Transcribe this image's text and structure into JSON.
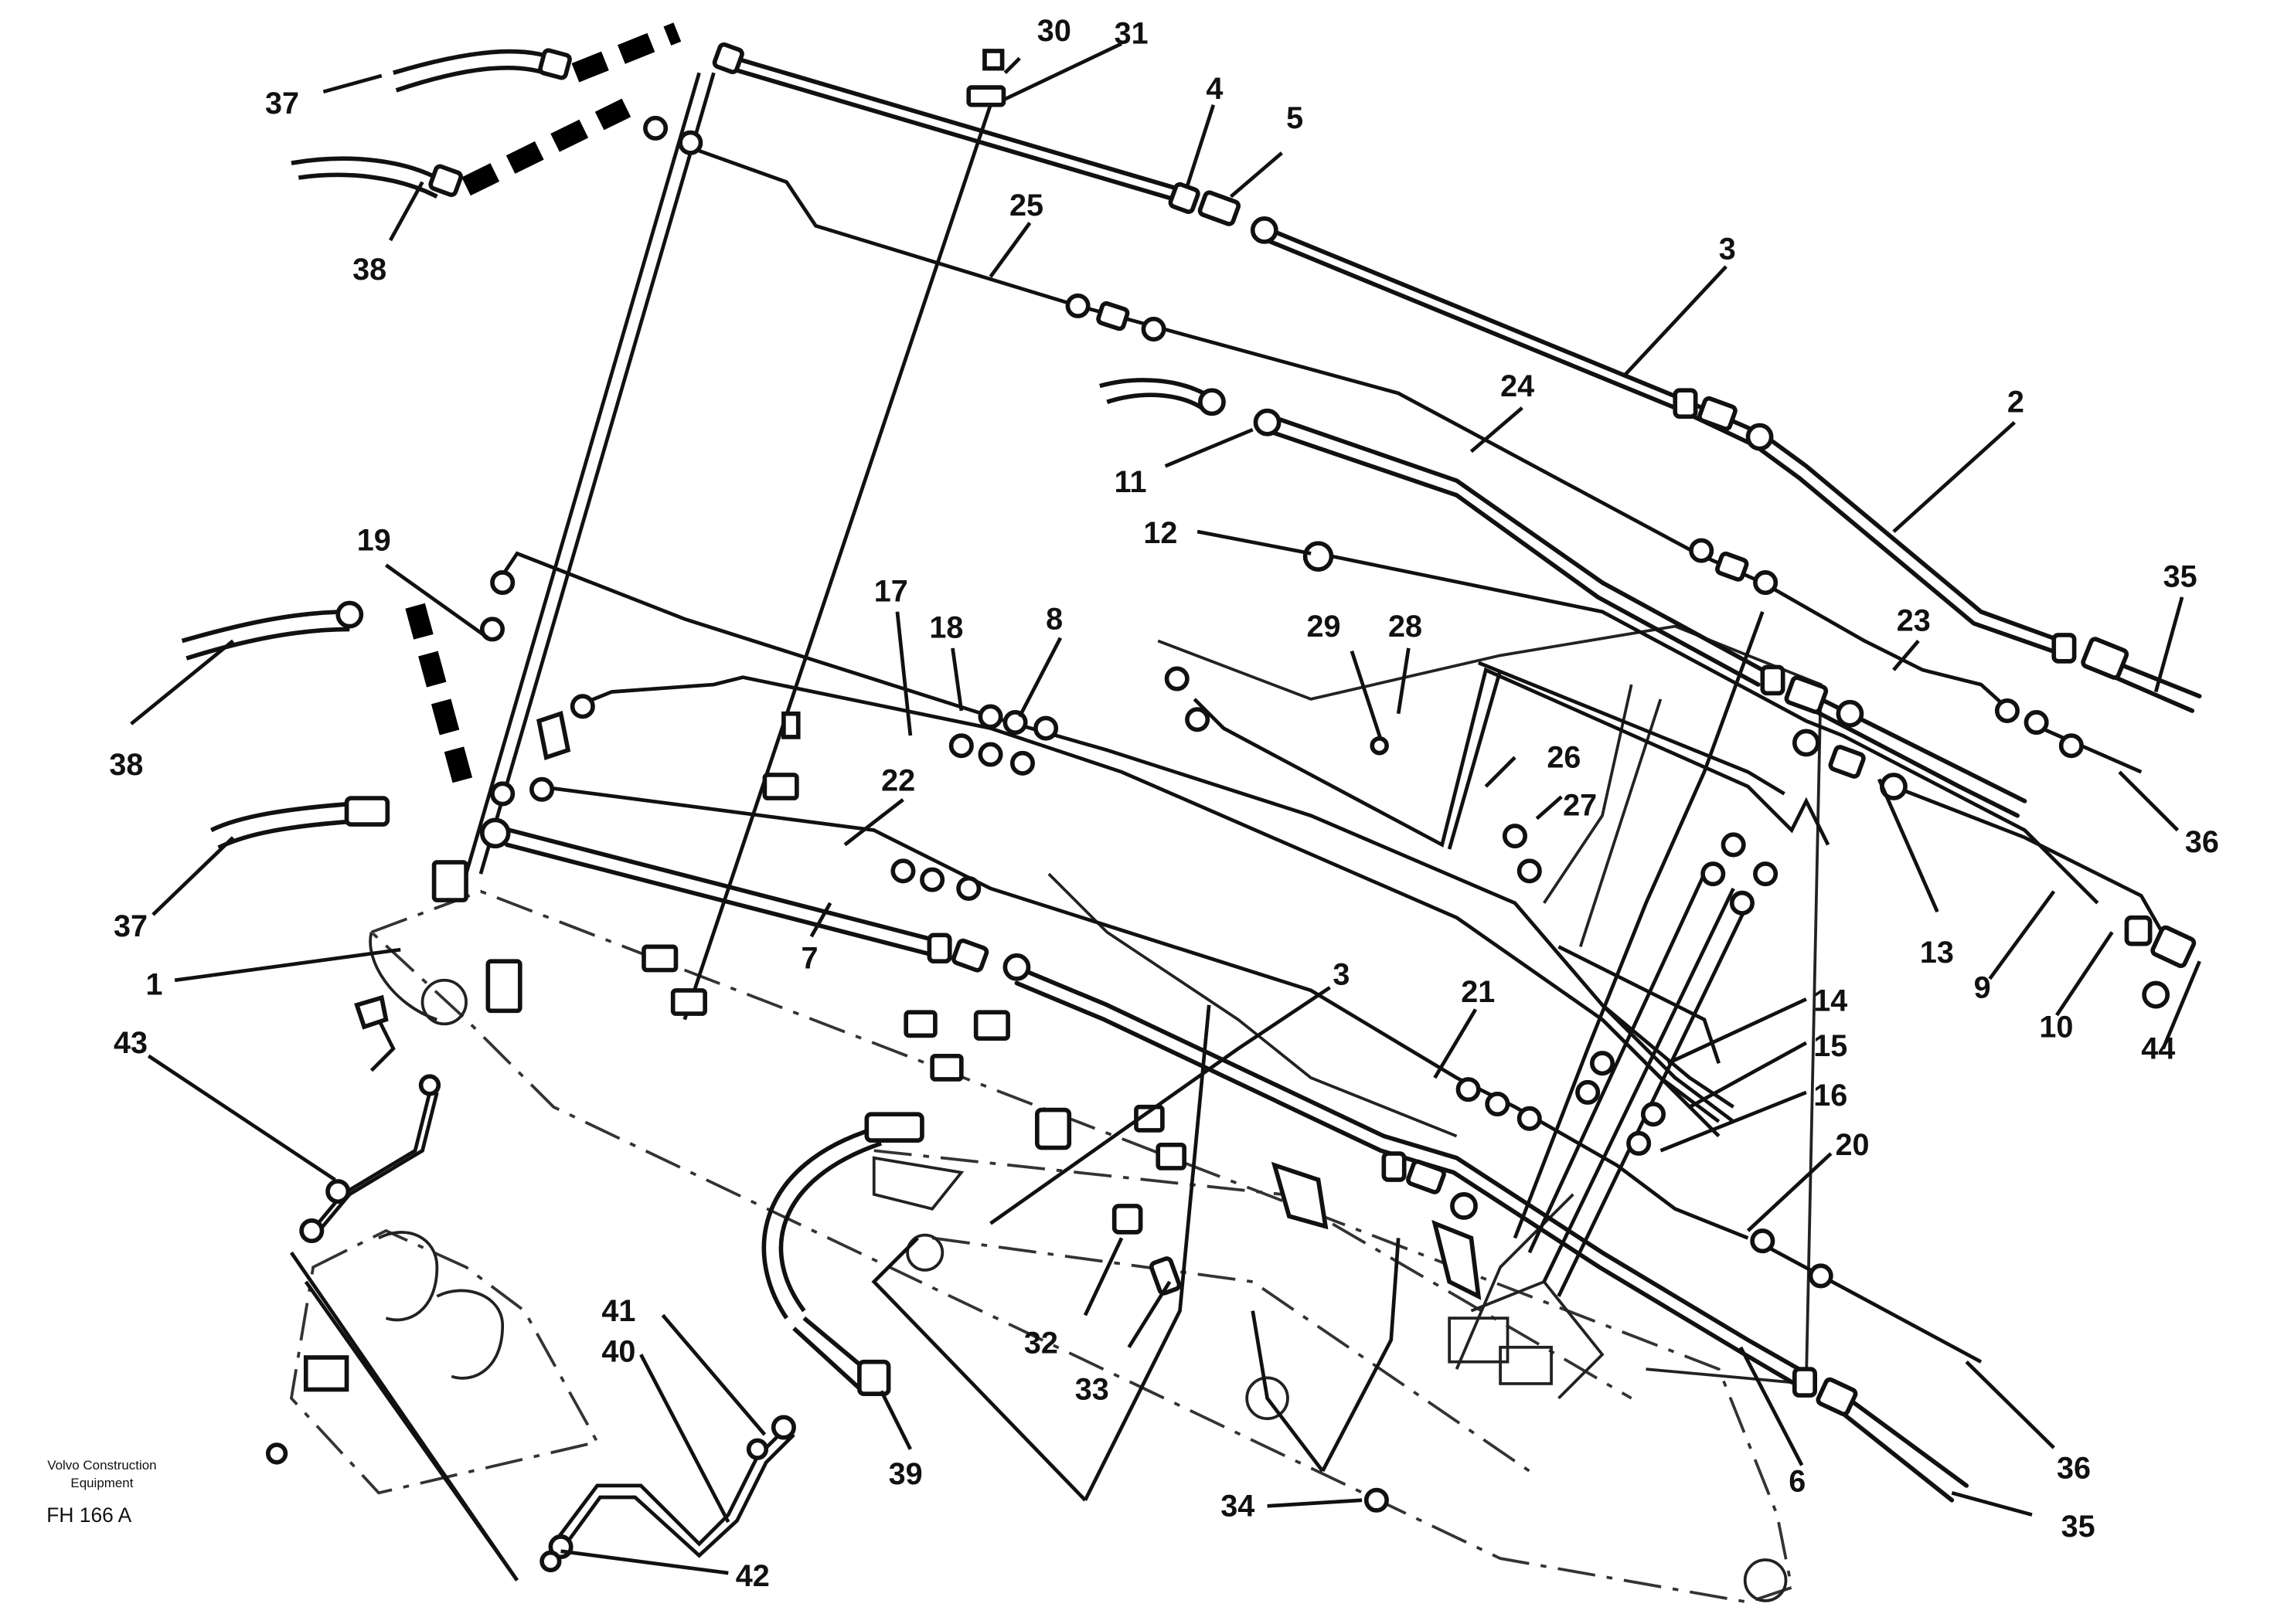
{
  "credit": {
    "line1": "Volvo Construction",
    "line2": "Equipment",
    "code": "FH 166 A"
  },
  "labels": [
    "37",
    "30",
    "31",
    "4",
    "5",
    "38",
    "25",
    "3",
    "24",
    "2",
    "11",
    "12",
    "35",
    "19",
    "17",
    "18",
    "8",
    "29",
    "28",
    "23",
    "38",
    "26",
    "27",
    "22",
    "36",
    "37",
    "1",
    "7",
    "13",
    "9",
    "14",
    "44",
    "10",
    "3",
    "21",
    "15",
    "43",
    "16",
    "20",
    "32",
    "33",
    "41",
    "40",
    "36",
    "39",
    "6",
    "34",
    "35",
    "42"
  ]
}
